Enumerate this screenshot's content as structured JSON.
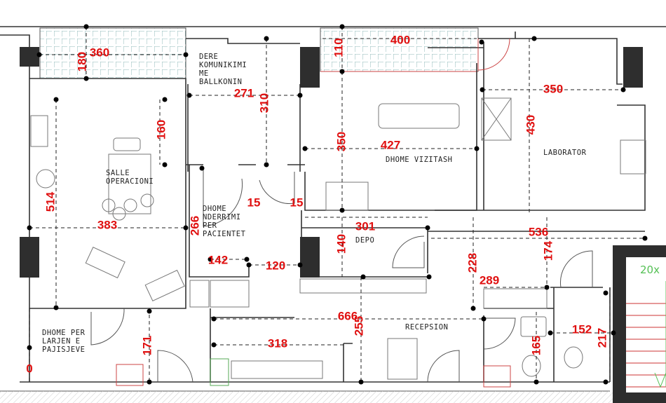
{
  "plan": {
    "colors": {
      "walls": "#333333",
      "dimensions": "#e01010",
      "piers": "#2e2e2e",
      "balcony_tiles": "#8fb8b8",
      "stair_label": "#55c055",
      "stair_treads": "#cc3333"
    },
    "rooms": [
      {
        "id": "dere",
        "lines": [
          "DERE",
          "KOMUNIKIMI",
          "ME",
          "BALLKONIN"
        ]
      },
      {
        "id": "salle",
        "lines": [
          "SALLE",
          "OPERACIONI"
        ]
      },
      {
        "id": "nderrimi",
        "lines": [
          "DHOME",
          "NDERRIMI",
          "PER",
          "PACIENTET"
        ]
      },
      {
        "id": "vizitash",
        "lines": [
          "DHOME  VIZITASH"
        ]
      },
      {
        "id": "laborator",
        "lines": [
          "LABORATOR"
        ]
      },
      {
        "id": "depo",
        "lines": [
          "DEPO"
        ]
      },
      {
        "id": "recepsion",
        "lines": [
          "RECEPSION"
        ]
      },
      {
        "id": "larjen",
        "lines": [
          "DHOME PER",
          "LARJEN E",
          "PAJISJEVE"
        ]
      }
    ],
    "dimensions": [
      "360",
      "180",
      "271",
      "310",
      "160",
      "514",
      "383",
      "266",
      "142",
      "120",
      "15",
      "15",
      "110",
      "400",
      "350",
      "430",
      "350",
      "427",
      "301",
      "140",
      "536",
      "174",
      "228",
      "289",
      "666",
      "255",
      "318",
      "171",
      "165",
      "152",
      "217",
      "0"
    ],
    "stair_label": "20x"
  }
}
